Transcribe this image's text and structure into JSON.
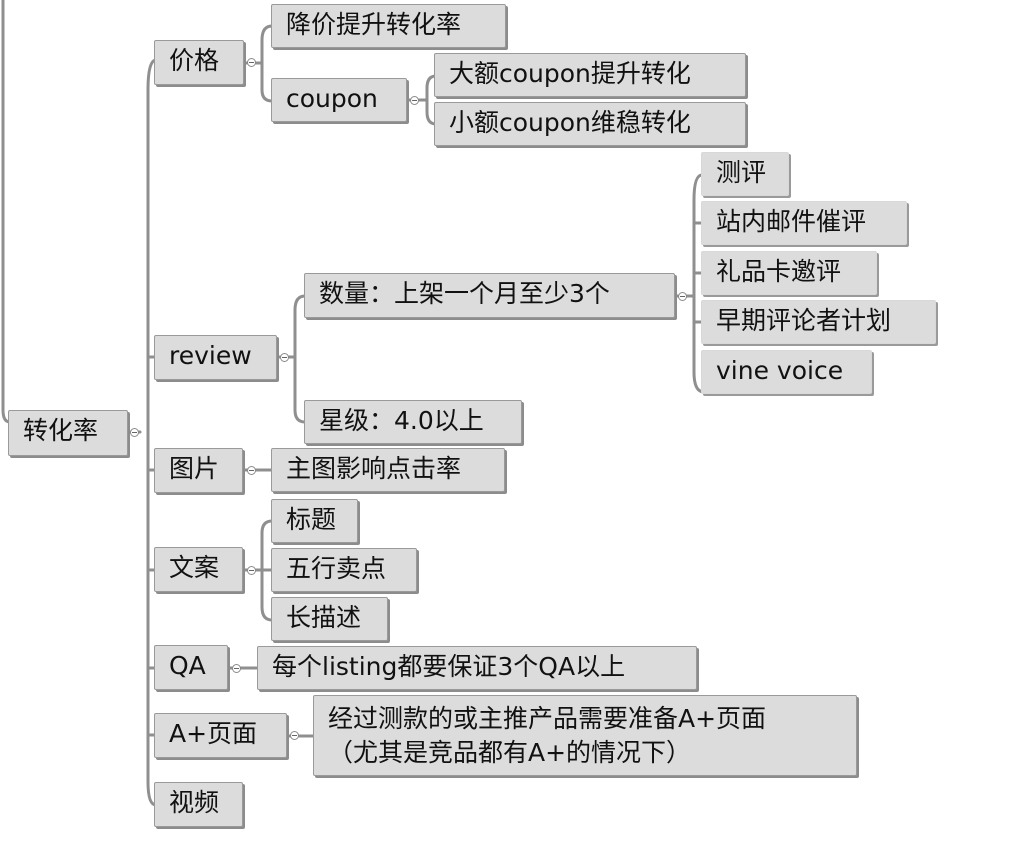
{
  "mindmap": {
    "root": "转化率",
    "branches": {
      "price": {
        "label": "价格",
        "children": {
          "discount": "降价提升转化率",
          "coupon": {
            "label": "coupon",
            "children": {
              "big": "大额coupon提升转化",
              "small": "小额coupon维稳转化"
            }
          }
        }
      },
      "review": {
        "label": "review",
        "children": {
          "quantity": {
            "label": "数量：上架一个月至少3个",
            "children": {
              "testing": "测评",
              "internal_email": "站内邮件催评",
              "gift_card": "礼品卡邀评",
              "early_reviewer": "早期评论者计划",
              "vine": "vine voice"
            }
          },
          "rating": "星级：4.0以上"
        }
      },
      "images": {
        "label": "图片",
        "children": {
          "main_image": "主图影响点击率"
        }
      },
      "copy": {
        "label": "文案",
        "children": {
          "title": "标题",
          "bullets": "五行卖点",
          "description": "长描述"
        }
      },
      "qa": {
        "label": "QA",
        "children": {
          "qa_rule": "每个listing都要保证3个QA以上"
        }
      },
      "aplus": {
        "label": "A+页面",
        "children": {
          "aplus_rule_line1": "经过测款的或主推产品需要准备A+页面",
          "aplus_rule_line2": "（尤其是竞品都有A+的情况下）"
        }
      },
      "video": {
        "label": "视频"
      }
    }
  }
}
